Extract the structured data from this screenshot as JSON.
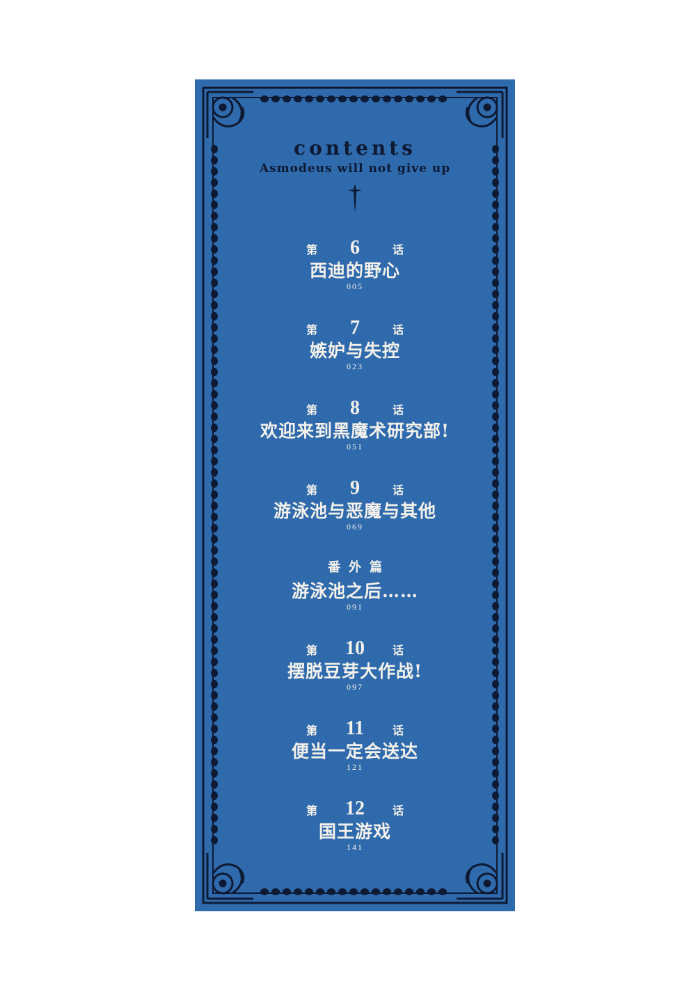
{
  "header": {
    "title": "contents",
    "subtitle": "Asmodeus will not give up"
  },
  "entries": [
    {
      "prefix": "第",
      "number": "6",
      "suffix": "话",
      "title": "西迪的野心",
      "page": "005"
    },
    {
      "prefix": "第",
      "number": "7",
      "suffix": "话",
      "title": "嫉妒与失控",
      "page": "023"
    },
    {
      "prefix": "第",
      "number": "8",
      "suffix": "话",
      "title": "欢迎来到黑魔术研究部!",
      "page": "051"
    },
    {
      "prefix": "第",
      "number": "9",
      "suffix": "话",
      "title": "游泳池与恶魔与其他",
      "page": "069"
    },
    {
      "label": "番外篇",
      "title": "游泳池之后……",
      "page": "091"
    },
    {
      "prefix": "第",
      "number": "10",
      "suffix": "话",
      "title": "摆脱豆芽大作战!",
      "page": "097"
    },
    {
      "prefix": "第",
      "number": "11",
      "suffix": "话",
      "title": "便当一定会送达",
      "page": "121"
    },
    {
      "prefix": "第",
      "number": "12",
      "suffix": "话",
      "title": "国王游戏",
      "page": "141"
    }
  ],
  "colors": {
    "panel": "#2f6aad",
    "border": "#0e1a33",
    "text": "#f4f1ea"
  }
}
